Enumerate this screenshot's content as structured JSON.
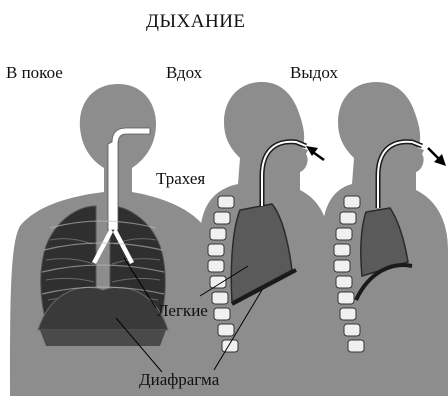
{
  "title": "ДЫХАНИЕ",
  "panels": {
    "rest": "В покое",
    "inhale": "Вдох",
    "exhale": "Выдох"
  },
  "labels": {
    "trachea": "Трахея",
    "lungs": "Легкие",
    "diaphragm": "Диафрагма"
  },
  "colors": {
    "body": "#8a8a8a",
    "lung_dark": "#2e2e2e",
    "lung_mid": "#5a5a5a",
    "airway": "#ffffff",
    "spine": "#f2f2f2"
  },
  "icons": {
    "inhale_arrow": "arrow-into-nose-icon",
    "exhale_arrow": "arrow-out-of-nose-icon"
  }
}
